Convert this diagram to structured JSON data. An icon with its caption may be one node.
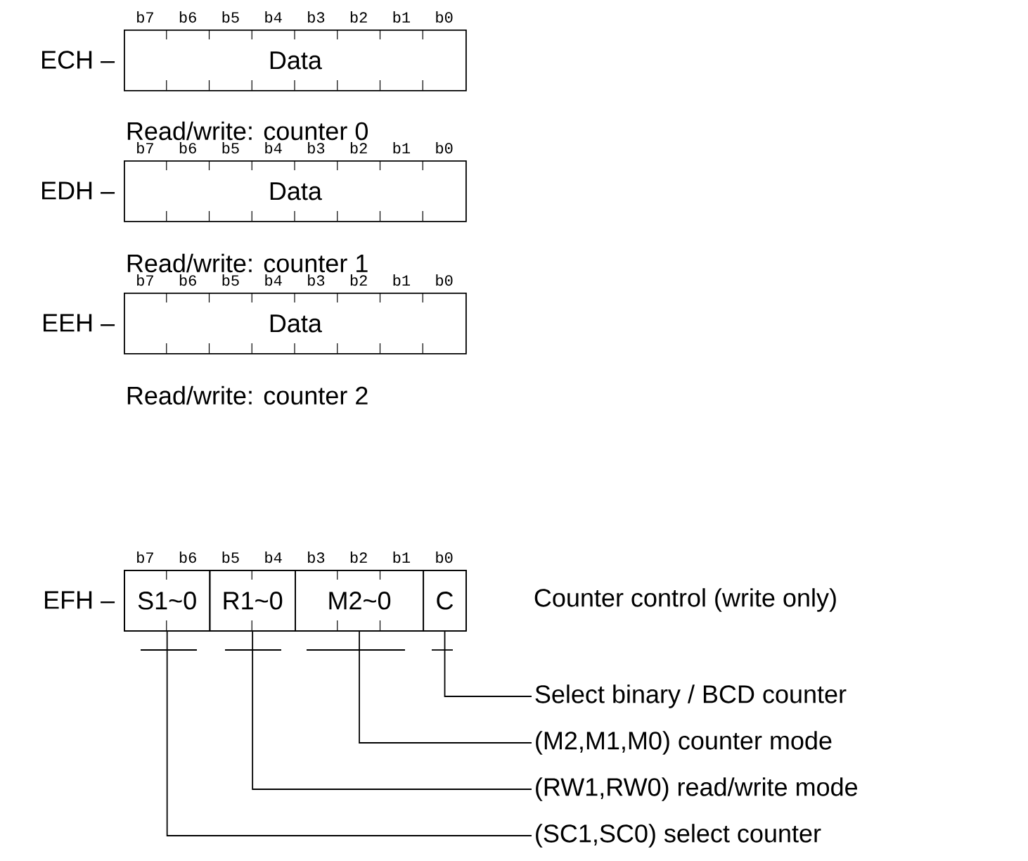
{
  "diagram": {
    "nodes": [
      {
        "text": [
          "Data"
        ],
        "beside": [
          "ECH –",
          "Read/write: counter 0",
          "b7",
          "b6",
          "b5",
          "b4",
          "b3",
          "b2",
          "b1",
          "b0"
        ]
      },
      {
        "text": [
          "Data"
        ],
        "beside": [
          "EDH –",
          "Read/write: counter 1",
          "b7",
          "b6",
          "b5",
          "b4",
          "b3",
          "b2",
          "b1",
          "b0"
        ]
      },
      {
        "text": [
          "Data"
        ],
        "beside": [
          "EEH –",
          "Read/write: counter 2",
          "b7",
          "b6",
          "b5",
          "b4",
          "b3",
          "b2",
          "b1",
          "b0"
        ]
      },
      {
        "text": [],
        "shape": "box",
        "beside": [
          "EFH –",
          "Counter control (write only)",
          "b7",
          "b6",
          "b5",
          "b4",
          "b3",
          "b2",
          "b1",
          "b0"
        ]
      },
      {
        "text": [
          "S1~0"
        ],
        "in": 3
      },
      {
        "text": [
          "R1~0"
        ],
        "in": 3
      },
      {
        "text": [
          "M2~0"
        ],
        "in": 3
      },
      {
        "text": [
          "C"
        ],
        "in": 3
      },
      {
        "text": [
          "Select binary / BCD counter"
        ]
      },
      {
        "text": [
          "(M2,M1,M0) counter mode"
        ]
      },
      {
        "text": [
          "(RW1,RW0) read/write mode"
        ]
      },
      {
        "text": [
          "(SC1,SC0) select counter"
        ]
      }
    ],
    "edges": [
      {
        "from": 8,
        "to": 7,
        "arrow": "none"
      },
      {
        "from": 9,
        "to": 6,
        "arrow": "none"
      },
      {
        "from": 10,
        "to": 5,
        "arrow": "none"
      },
      {
        "from": 11,
        "to": 4,
        "arrow": "none"
      }
    ]
  }
}
